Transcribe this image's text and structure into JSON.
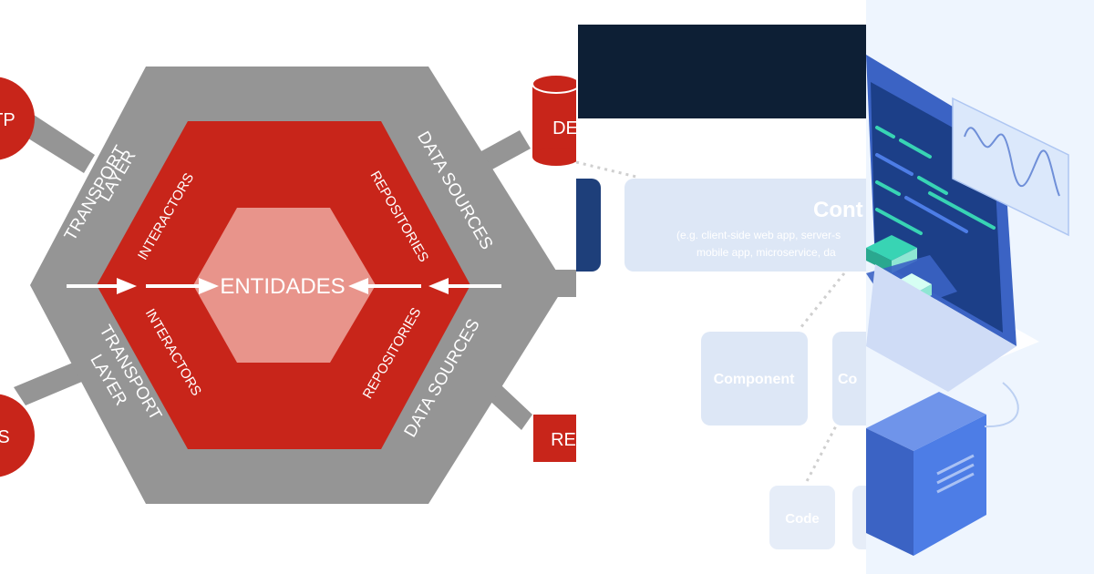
{
  "hexagon": {
    "center_label": "ENTIDADES",
    "transport_top": [
      "TRANSPORT",
      "LAYER"
    ],
    "transport_bottom": [
      "TRANSPORT",
      "LAYER"
    ],
    "data_top": "DATA SOURCES",
    "data_bottom": "DATA SOURCES",
    "interactors_top": "INTERACTORS",
    "interactors_bottom": "INTERACTORS",
    "repos_top": "REPOSITORIES",
    "repos_bottom": "REPOSITORIES",
    "node_http": "TP",
    "node_bottom_left": "S",
    "node_db": "DE",
    "node_re": "RE",
    "colors": {
      "outer": "#959595",
      "ring": "#c8251a",
      "core": "#e8948b",
      "node": "#c8251a"
    }
  },
  "c4": {
    "container_title": "Cont",
    "container_desc": [
      "(e.g. client-side web app, server-s",
      "mobile app, microservice, da"
    ],
    "components": [
      "Component",
      "Co"
    ],
    "code_labels": [
      "Code"
    ],
    "colors": {
      "header": "#0d1f35",
      "accent": "#1e3f7a",
      "box": "#dde7f6",
      "box_text": "#ffffff"
    }
  },
  "illustration": {
    "subject": "isometric laptop with code and chart",
    "colors": {
      "bg": "#eef5fe",
      "screen": "#1c3f88",
      "code_green": "#38d4b4",
      "panel": "#dbe8fb"
    }
  }
}
